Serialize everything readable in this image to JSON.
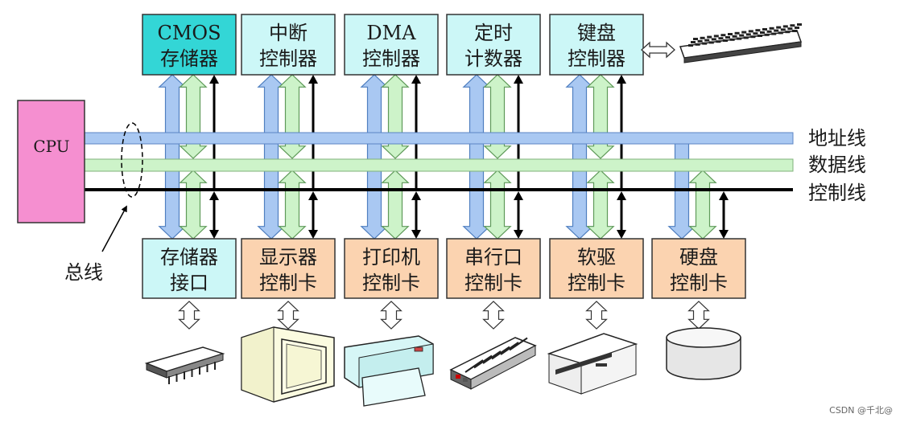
{
  "cpu": {
    "label": "CPU"
  },
  "buses": {
    "address": "地址线",
    "data": "数据线",
    "control": "控制线",
    "group": "总线"
  },
  "top_modules": [
    {
      "line1": "CMOS",
      "line2": "存储器",
      "fill": "#33d6d6"
    },
    {
      "line1": "中断",
      "line2": "控制器",
      "fill": "#ccf7f7"
    },
    {
      "line1": "DMA",
      "line2": "控制器",
      "fill": "#ccf7f7"
    },
    {
      "line1": "定时",
      "line2": "计数器",
      "fill": "#ccf7f7"
    },
    {
      "line1": "键盘",
      "line2": "控制器",
      "fill": "#ccf7f7"
    }
  ],
  "bottom_modules": [
    {
      "line1": "存储器",
      "line2": "接口",
      "fill": "#ccf7f7"
    },
    {
      "line1": "显示器",
      "line2": "控制卡",
      "fill": "#fbd3b0"
    },
    {
      "line1": "打印机",
      "line2": "控制卡",
      "fill": "#fbd3b0"
    },
    {
      "line1": "串行口",
      "line2": "控制卡",
      "fill": "#fbd3b0"
    },
    {
      "line1": "软驱",
      "line2": "控制卡",
      "fill": "#fbd3b0"
    },
    {
      "line1": "硬盘",
      "line2": "控制卡",
      "fill": "#fbd3b0"
    }
  ],
  "devices": {
    "keyboard": "keyboard-icon",
    "bottom": [
      "memory-chip-icon",
      "monitor-icon",
      "printer-icon",
      "modem-icon",
      "floppy-drive-icon",
      "hard-disk-icon"
    ]
  },
  "colors": {
    "cpu": "#f58fd0",
    "address_bus": "#a9c8f2",
    "data_bus": "#cdf3c9",
    "control_bus": "#000000"
  },
  "watermark": "CSDN @千北@"
}
